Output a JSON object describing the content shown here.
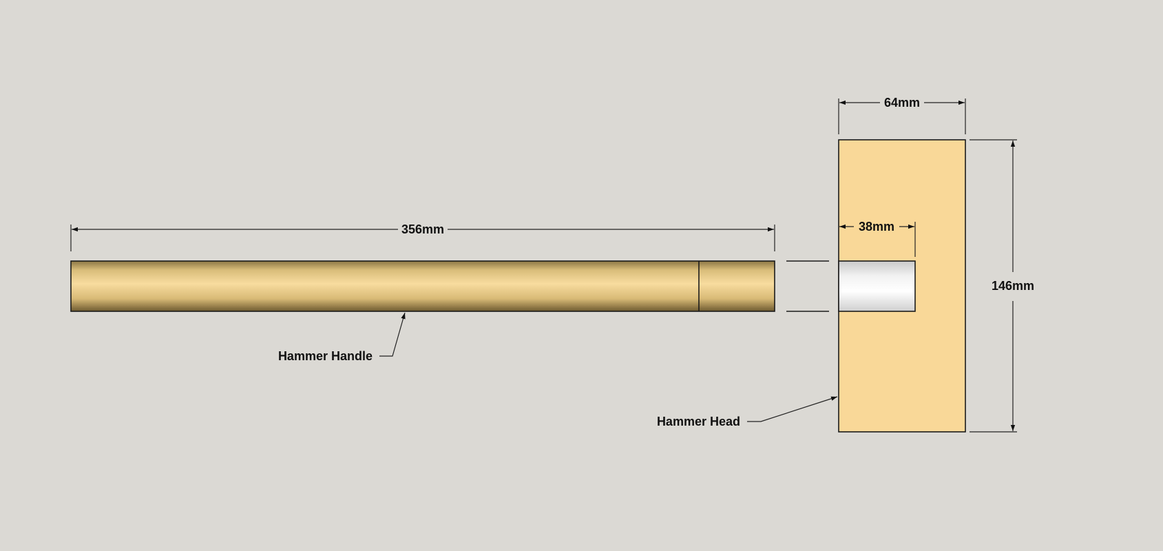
{
  "drawing": {
    "handle_label": "Hammer Handle",
    "head_label": "Hammer Head",
    "handle_length": "356mm",
    "head_width": "64mm",
    "head_height": "146mm",
    "hole_depth": "38mm"
  },
  "colors": {
    "background": "#dbd9d4",
    "wood_light": "#f7d99a",
    "wood_dark": "#8a7341",
    "head_fill": "#f9d898",
    "hole_fill": "#ffffff",
    "line": "#1a1a1a"
  }
}
